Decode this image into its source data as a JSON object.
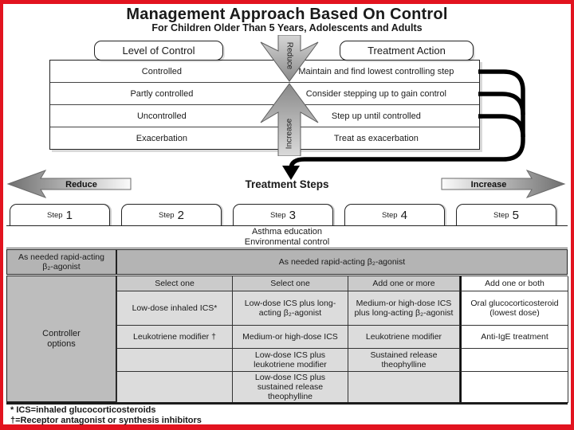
{
  "colors": {
    "frame_red": "#e2131f",
    "row_gray": "#b4b4b4",
    "label_gray": "#bdbdbd",
    "header_gray": "#cbcbcb",
    "cell_gray": "#dcdcdc"
  },
  "header": {
    "title": "Management Approach Based On Control",
    "subtitle": "For Children Older Than 5 Years, Adolescents and Adults"
  },
  "control_section": {
    "left_header": "Level of Control",
    "right_header": "Treatment Action",
    "reduce_arrow_label": "Reduce",
    "increase_arrow_label": "Increase",
    "rows": [
      {
        "level": "Controlled",
        "action": "Maintain and find lowest controlling step"
      },
      {
        "level": "Partly controlled",
        "action": "Consider stepping up to gain control"
      },
      {
        "level": "Uncontrolled",
        "action": "Step up until controlled"
      },
      {
        "level": "Exacerbation",
        "action": "Treat as exacerbation"
      }
    ]
  },
  "treatment_steps": {
    "title": "Treatment Steps",
    "reduce_arrow_label": "Reduce",
    "increase_arrow_label": "Increase",
    "steps": [
      {
        "prefix": "Step",
        "number": "1"
      },
      {
        "prefix": "Step",
        "number": "2"
      },
      {
        "prefix": "Step",
        "number": "3"
      },
      {
        "prefix": "Step",
        "number": "4"
      },
      {
        "prefix": "Step",
        "number": "5"
      }
    ],
    "education_line1": "Asthma education",
    "education_line2": "Environmental control"
  },
  "reliever": {
    "left_cell": "As needed rapid-acting β₂-agonist",
    "span_cell": "As needed rapid-acting β₂-agonist"
  },
  "controller": {
    "row_label": "Controller options",
    "column_headers": [
      "Select one",
      "Select one",
      "Add one or more",
      "Add one or both"
    ],
    "rows": [
      [
        "Low-dose inhaled ICS*",
        "Low-dose ICS plus long-acting β₂-agonist",
        "Medium-or high-dose ICS plus long-acting β₂-agonist",
        "Oral glucocorticosteroid (lowest dose)"
      ],
      [
        "Leukotriene modifier †",
        "Medium-or high-dose ICS",
        "Leukotriene modifier",
        "Anti-IgE treatment"
      ],
      [
        "",
        "Low-dose ICS plus leukotriene modifier",
        "Sustained release theophylline",
        ""
      ],
      [
        "",
        "Low-dose ICS plus sustained release theophylline",
        "",
        ""
      ]
    ]
  },
  "footnotes": {
    "line1": "* ICS=inhaled glucocorticosteroids",
    "line2": "†=Receptor antagonist or synthesis inhibitors"
  }
}
